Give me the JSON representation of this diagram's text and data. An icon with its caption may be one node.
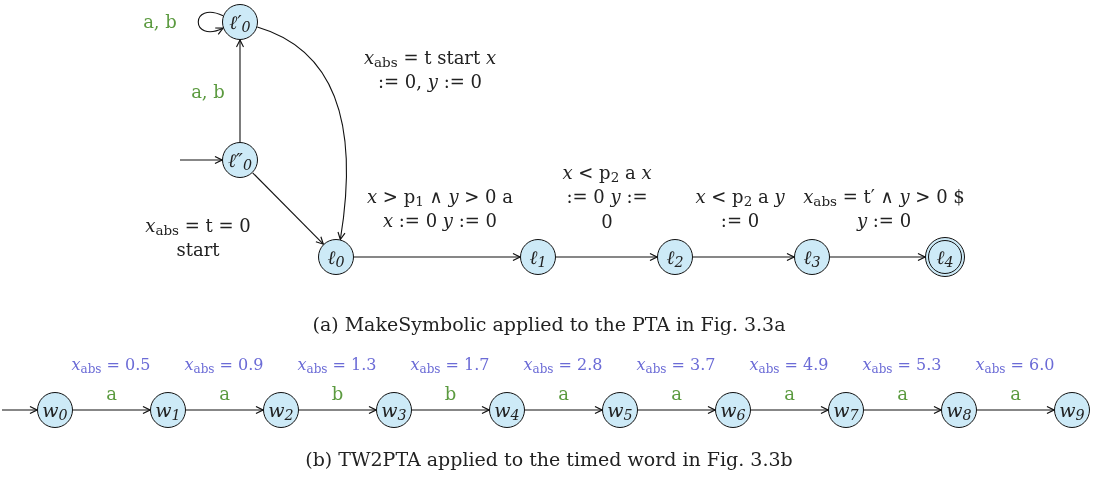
{
  "diagram": {
    "nodes": [
      {
        "text": [
          "ℓ′$_{0}$"
        ]
      },
      {
        "text": [
          "ℓ″$_{0}$"
        ]
      },
      {
        "text": [
          "ℓ$_{0}$"
        ]
      },
      {
        "text": [
          "ℓ$_{1}$"
        ]
      },
      {
        "text": [
          "ℓ$_{2}$"
        ]
      },
      {
        "text": [
          "ℓ$_{3}$"
        ]
      },
      {
        "text": [
          "ℓ$_{4}$"
        ]
      },
      {
        "text": [
          "w$_{0}$"
        ]
      },
      {
        "text": [
          "w$_{1}$"
        ]
      },
      {
        "text": [
          "w$_{2}$"
        ]
      },
      {
        "text": [
          "w$_{3}$"
        ]
      },
      {
        "text": [
          "w$_{4}$"
        ]
      },
      {
        "text": [
          "w$_{5}$"
        ]
      },
      {
        "text": [
          "w$_{6}$"
        ]
      },
      {
        "text": [
          "w$_{7}$"
        ]
      },
      {
        "text": [
          "w$_{8}$"
        ]
      },
      {
        "text": [
          "w$_{9}$"
        ]
      }
    ],
    "edges": [
      {
        "from": 0,
        "to": 0,
        "arrow": "to",
        "label": "a, b"
      },
      {
        "from": 1,
        "to": 0,
        "arrow": "to",
        "label": "a, b"
      },
      {
        "from": 0,
        "to": 2,
        "arrow": "to",
        "label": "*x*$_{abs}$ = t start *x* := 0, *y* := 0"
      },
      {
        "from": null,
        "to": 1,
        "arrow": "to"
      },
      {
        "from": 1,
        "to": 2,
        "arrow": "to",
        "label": "*x*$_{abs}$ = t = 0 start"
      },
      {
        "from": 2,
        "to": 3,
        "arrow": "to",
        "label": "*x* > p$_{1}$ ∧ *y* > 0 a *x* := 0 *y* := 0"
      },
      {
        "from": 3,
        "to": 4,
        "arrow": "to",
        "label": "*x* < p$_{2}$ a *x* := 0 *y* := 0"
      },
      {
        "from": 4,
        "to": 5,
        "arrow": "to",
        "label": "*x* < p$_{2}$ a *y* := 0"
      },
      {
        "from": 5,
        "to": 6,
        "arrow": "to",
        "label": "*x*$_{abs}$ = t′ ∧ *y* > 0 $ *y* := 0"
      },
      {
        "from": null,
        "to": 7,
        "arrow": "to"
      },
      {
        "from": 7,
        "to": 8,
        "arrow": "to",
        "label": "a"
      },
      {
        "from": 8,
        "to": 9,
        "arrow": "to",
        "label": "a"
      },
      {
        "from": 9,
        "to": 10,
        "arrow": "to",
        "label": "b"
      },
      {
        "from": 10,
        "to": 11,
        "arrow": "to",
        "label": "b"
      },
      {
        "from": 11,
        "to": 12,
        "arrow": "to",
        "label": "a"
      },
      {
        "from": 12,
        "to": 13,
        "arrow": "to",
        "label": "a"
      },
      {
        "from": 13,
        "to": 14,
        "arrow": "to",
        "label": "a"
      },
      {
        "from": 14,
        "to": 15,
        "arrow": "to",
        "label": "a"
      },
      {
        "from": 15,
        "to": 16,
        "arrow": "to",
        "label": "a"
      }
    ],
    "labels": [
      "*x*$_{abs}$ = 0.5",
      "*x*$_{abs}$ = 0.9",
      "*x*$_{abs}$ = 1.3",
      "*x*$_{abs}$ = 1.7",
      "*x*$_{abs}$ = 2.8",
      "*x*$_{abs}$ = 3.7",
      "*x*$_{abs}$ = 4.9",
      "*x*$_{abs}$ = 5.3",
      "*x*$_{abs}$ = 6.0",
      "(a) MakeSymbolic applied to the PTA in Fig. 3.3a",
      "(b) TW2PTA applied to the timed word in Fig. 3.3b"
    ]
  }
}
